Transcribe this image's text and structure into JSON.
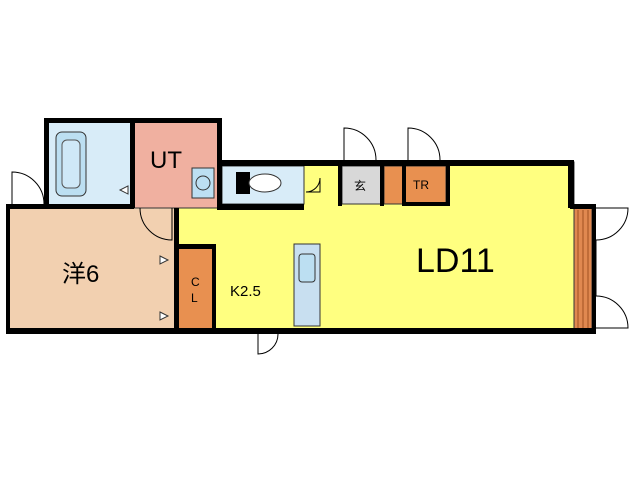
{
  "rooms": {
    "ldk_label": "LD11",
    "kitchen_label": "K2.5",
    "bedroom_label": "洋6",
    "unit_bath_label": "UT",
    "closet_label_1": "C",
    "closet_label_2": "L",
    "entrance_label": "玄",
    "trunk_room_label": "TR"
  },
  "colors": {
    "ldk": "#ffff80",
    "bedroom": "#f2d0b0",
    "unit_bath": "#f0b0a0",
    "bath": "#d8ecf8",
    "closet": "#e89050",
    "entrance": "#d8d8d8",
    "balcony": "#e08850",
    "wall": "#000000"
  }
}
